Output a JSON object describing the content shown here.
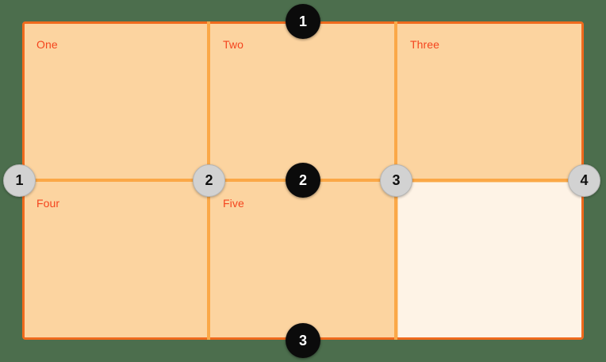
{
  "overlay": {
    "name": "css-grid-inspector-overlay",
    "background_color": "#4c6e4d",
    "grid_line_color": "#fba847",
    "grid_border_color": "#ef6a1d",
    "cell_fill_color": "#fcd4a0",
    "empty_cell_color": "#fef3e6",
    "label_color": "#f4451e",
    "row_badge_color": "#0b0b0b",
    "column_badge_color": "#d2d2d2"
  },
  "grid": {
    "columns": 3,
    "rows": 2,
    "areas": [
      {
        "label": "One",
        "column": 1,
        "row": 1,
        "filled": true
      },
      {
        "label": "Two",
        "column": 2,
        "row": 1,
        "filled": true
      },
      {
        "label": "Three",
        "column": 3,
        "row": 1,
        "filled": true
      },
      {
        "label": "Four",
        "column": 1,
        "row": 2,
        "filled": true
      },
      {
        "label": "Five",
        "column": 2,
        "row": 2,
        "filled": true
      },
      {
        "label": "",
        "column": 3,
        "row": 2,
        "filled": false
      }
    ]
  },
  "row_line_numbers": [
    {
      "number": "1",
      "position": "top"
    },
    {
      "number": "2",
      "position": "middle"
    },
    {
      "number": "3",
      "position": "bottom"
    }
  ],
  "column_line_numbers": [
    {
      "number": "1",
      "position": "left-edge"
    },
    {
      "number": "2",
      "position": "first-divider"
    },
    {
      "number": "3",
      "position": "second-divider"
    },
    {
      "number": "4",
      "position": "right-edge"
    }
  ]
}
